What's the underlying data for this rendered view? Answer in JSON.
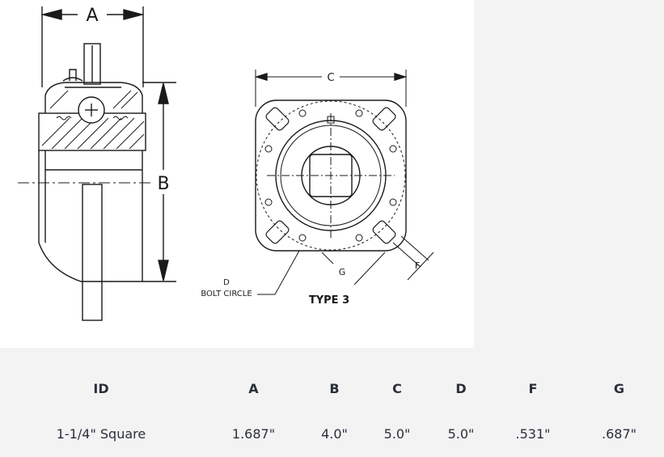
{
  "diagram": {
    "labels": {
      "a": "A",
      "b": "B",
      "c": "C",
      "d": "D",
      "bolt_circle": "BOLT CIRCLE",
      "f": "F",
      "g": "G",
      "type": "TYPE 3"
    }
  },
  "table": {
    "headers": [
      "ID",
      "A",
      "B",
      "C",
      "D",
      "F",
      "G"
    ],
    "rows": [
      [
        "1-1/4\" Square",
        "1.687\"",
        "4.0\"",
        "5.0\"",
        "5.0\"",
        ".531\"",
        ".687\""
      ]
    ]
  }
}
